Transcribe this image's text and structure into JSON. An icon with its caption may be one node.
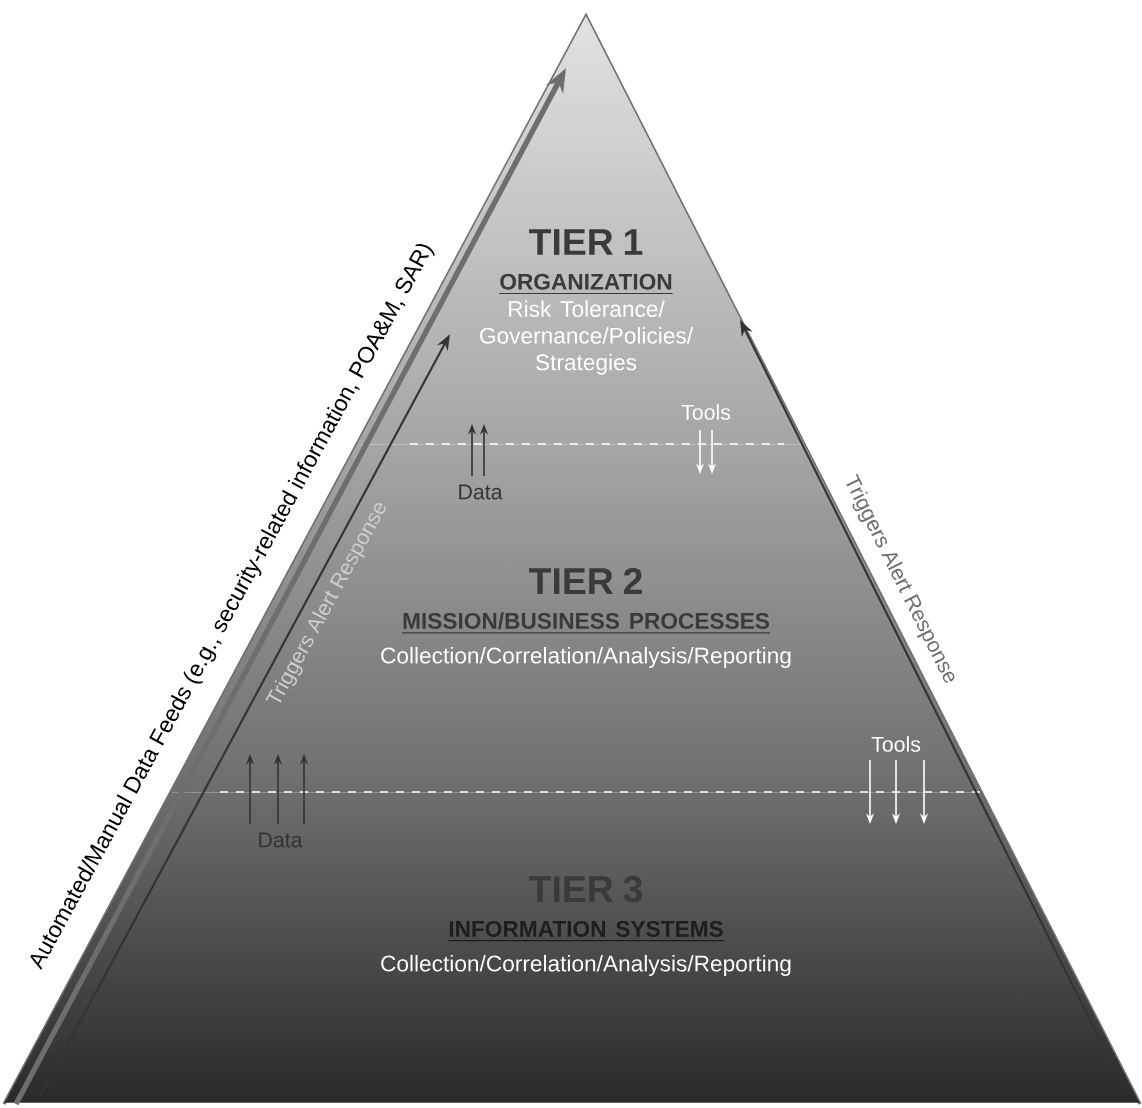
{
  "diagram": {
    "nodes": [
      {
        "text": [
          "TIER 1",
          "ORGANIZATION",
          "Risk Tolerance/ Governance/Policies/ Strategies"
        ]
      },
      {
        "text": [
          "TIER 2",
          "MISSION/BUSINESS PROCESSES",
          "Collection/Correlation/Analysis/Reporting"
        ]
      },
      {
        "text": [
          "TIER 3",
          "INFORMATION SYSTEMS",
          "Collection/Correlation/Analysis/Reporting"
        ]
      }
    ],
    "labels": [
      "Automated/Manual Data Feeds (e.g., security-related information, POA&M, SAR)",
      "Tools",
      "Data",
      "Triggers Alert Response",
      "Triggers Alert Response",
      "Tools",
      "Data"
    ]
  }
}
